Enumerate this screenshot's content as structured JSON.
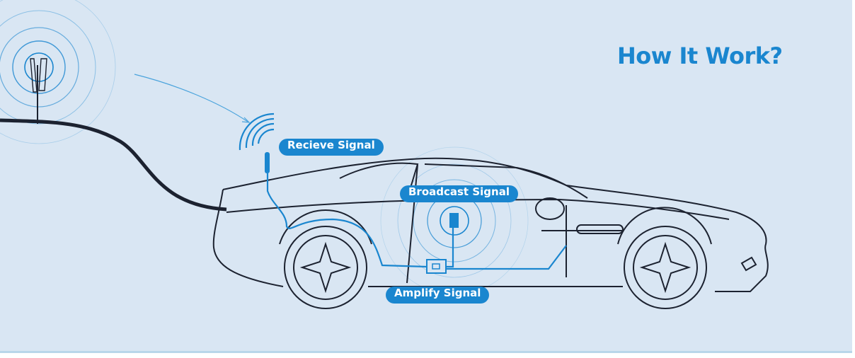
{
  "title": "How It Work?",
  "labels": {
    "receive": "Recieve Signal",
    "broadcast": "Broadcast Signal",
    "amplify": "Amplify Signal"
  },
  "colors": {
    "accent": "#1a86cf",
    "background": "#d9e6f3",
    "line": "#1c2230"
  },
  "icons": [
    "cell-tower-icon",
    "signal-waves-icon",
    "car-outline",
    "antenna-icon",
    "amplifier-icon",
    "indoor-antenna-icon"
  ]
}
